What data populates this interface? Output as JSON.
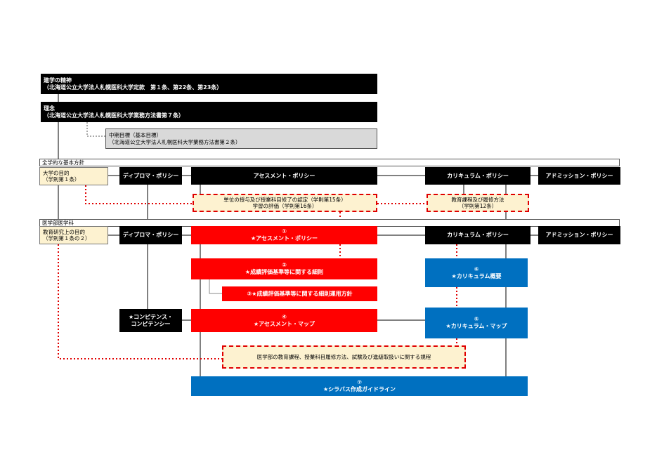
{
  "founding_spirit": {
    "title": "建学の精神",
    "source": "（北海道公立大学法人札幌医科大学定款　第１条、第22条、第23条）"
  },
  "philosophy": {
    "title": "理念",
    "source": "（北海道公立大学法人札幌医科大学業務方法書第７条）"
  },
  "midterm_goal": {
    "title": "中期目標（基本目標）",
    "source": "（北海道公立大学法人札幌医科大学業務方法書第２条）"
  },
  "university_section": {
    "heading": "全学的な基本方針",
    "purpose_title": "大学の目的",
    "purpose_source": "（学則第１条）",
    "diploma_policy": "ディプロマ・ポリシー",
    "assessment_policy": "アセスメント・ポリシー",
    "curriculum_policy": "カリキュラム・ポリシー",
    "admission_policy": "アドミッション・ポリシー",
    "credit_line1": "単位の授与及び授業科目修了の認定（学則第15条）",
    "credit_line2": "学習の評価（学則第16条）",
    "curriculum_rule_line1": "教育課程及び履修方法",
    "curriculum_rule_line2": "（学則第12条）"
  },
  "medical_section": {
    "heading": "医学部医学科",
    "purpose_title": "教育研究上の目的",
    "purpose_source": "（学則第１条の２）",
    "diploma_policy": "ディプロマ・ポリシー",
    "assessment_num": "①",
    "assessment_policy": "★アセスメント・ポリシー",
    "curriculum_policy": "カリキュラム・ポリシー",
    "admission_policy": "アドミッション・ポリシー",
    "grading_num": "②",
    "grading_rules": "★成績評価基準等に関する細則",
    "grading_guideline": "③★成績評価基準等に関する細則運用方針",
    "competence_line1": "★コンピテンス・",
    "competence_line2": "コンピテンシー",
    "assessment_map_num": "④",
    "assessment_map": "★アセスメント・マップ",
    "curriculum_summary_num": "⑥",
    "curriculum_summary": "★カリキュラム概要",
    "curriculum_map_num": "⑤",
    "curriculum_map": "★カリキュラム・マップ",
    "regulations": "医学部の教育課程、授業科目履修方法、試験及び進級取扱いに関する規程",
    "syllabus_num": "⑦",
    "syllabus": "★シラバス作成ガイドライン"
  },
  "colors": {
    "black": "#000000",
    "red": "#ff0000",
    "blue": "#0070c0",
    "cream": "#fdf2d0",
    "gray": "#d9d9d9",
    "dotted_red": "#e00000"
  }
}
